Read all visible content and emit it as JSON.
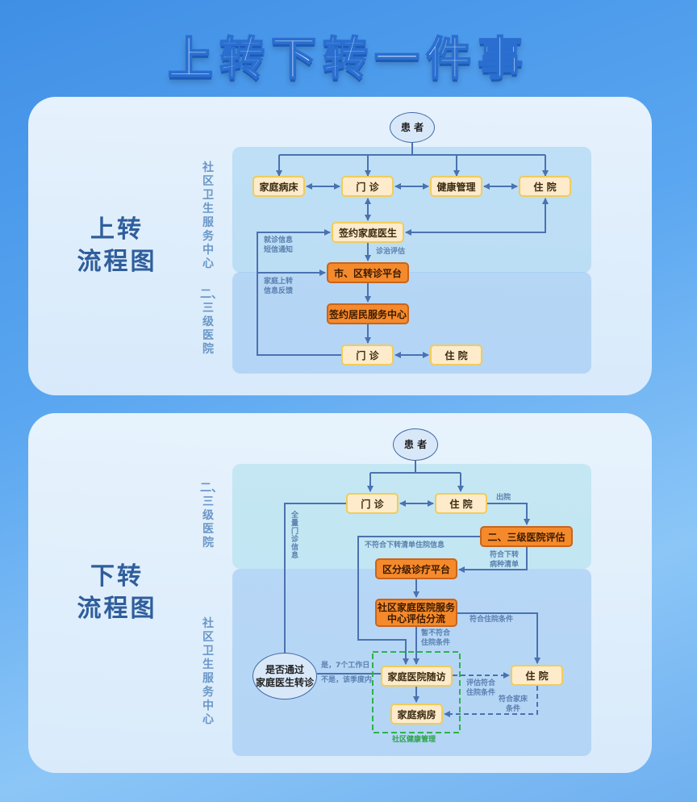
{
  "title": "上转下转一件事",
  "colors": {
    "accent": "#3e6aa8",
    "orange": "#f58a2c",
    "node": "#fdebcb",
    "green": "#2db34a"
  },
  "upward": {
    "heading": [
      "上转",
      "流程图"
    ],
    "band_community": "社区卫生服务中心",
    "band_hospital": "二、三级医院",
    "nodes": {
      "patient": "患 者",
      "home_bed": "家庭病床",
      "outpatient": "门 诊",
      "health_mgmt": "健康管理",
      "inpatient": "住 院",
      "family_doctor": "签约家庭医生",
      "platform": "市、区转诊平台",
      "service_center": "签约居民服务中心",
      "h_outpatient": "门 诊",
      "h_inpatient": "住 院"
    },
    "labels": {
      "info1": "就诊信息",
      "info2": "短信通知",
      "assess": "诊治评估",
      "feedback1": "家庭上转",
      "feedback2": "信息反馈"
    }
  },
  "downward": {
    "heading": [
      "下转",
      "流程图"
    ],
    "band_hospital": "二、三级医院",
    "band_community": "社区卫生服务中心",
    "nodes": {
      "patient": "患 者",
      "outpatient": "门 诊",
      "inpatient": "住 院",
      "hospital_eval": "二、三级医院评估",
      "platform": "区分级诊疗平台",
      "triage1": "社区家庭医院服务",
      "triage2": "中心评估分流",
      "decision1": "是否通过",
      "decision2": "家庭医生转诊",
      "followup": "家庭医院随访",
      "home_ward": "家庭病房",
      "c_inpatient": "住 院"
    },
    "labels": {
      "discharge": "出院",
      "not_list": "不符合下转清单住院信息",
      "fit_list1": "符合下转",
      "fit_list2": "病种清单",
      "fit_inpatient": "符合住院条件",
      "not_yet1": "暂不符合",
      "not_yet2": "住院条件",
      "all_outpatient": "全量门诊信息",
      "yes": "是，7个工作日",
      "no": "不是，该季度内",
      "eval_fit1": "评估符合",
      "eval_fit2": "住院条件",
      "homebed_fit1": "符合家床",
      "homebed_fit2": "条件",
      "community_health": "社区健康管理"
    }
  }
}
